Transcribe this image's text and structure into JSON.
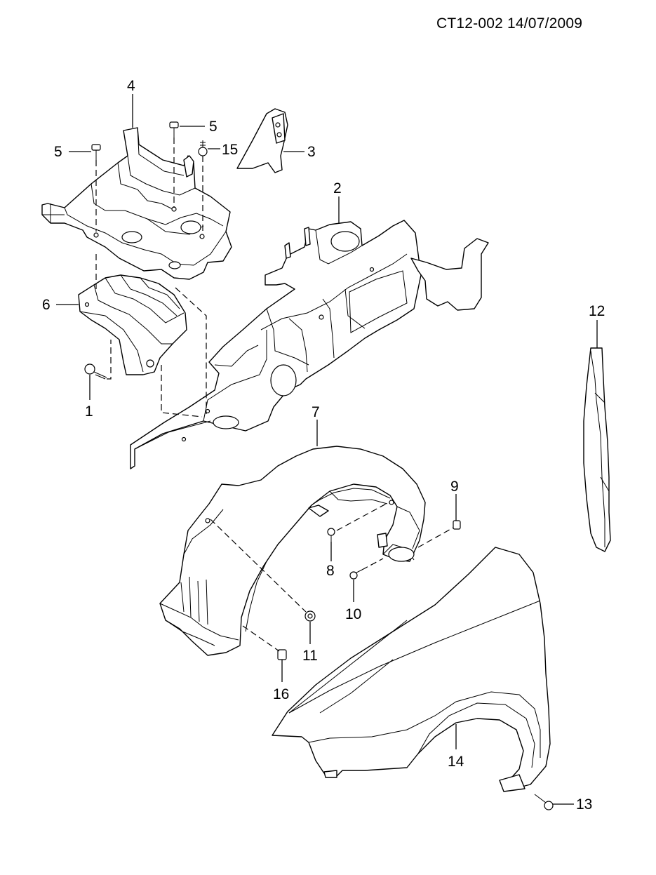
{
  "document_id": "CT12-002 14/07/2009",
  "callouts": {
    "c1": "1",
    "c2": "2",
    "c3": "3",
    "c4": "4",
    "c5a": "5",
    "c5b": "5",
    "c6": "6",
    "c7": "7",
    "c8": "8",
    "c9": "9",
    "c10": "10",
    "c11": "11",
    "c12": "12",
    "c13": "13",
    "c14": "14",
    "c15": "15",
    "c16": "16"
  }
}
